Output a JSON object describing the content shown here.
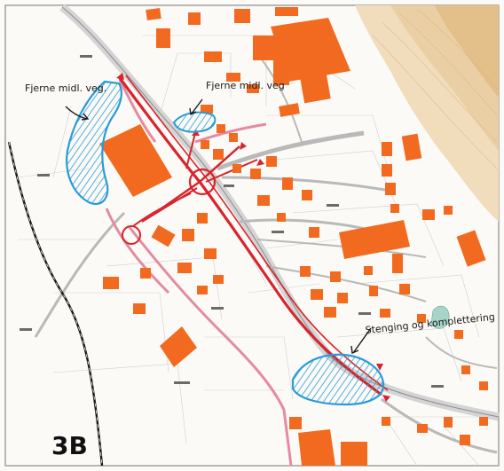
{
  "map": {
    "sheet_label": "3B",
    "annotations": {
      "left_hatch_note": "Fjerne midl. veg.",
      "top_hatch_note": "Fjerne midl. veg",
      "bottom_hatch_note": "Stenging og komplettering"
    },
    "colors": {
      "building": "#f26a1f",
      "annotation_blue": "#2a9bd8",
      "planned_road_red": "#d8242b",
      "road_pink": "#e58aa0",
      "road_grey": "#b9b9b9",
      "terrain": "#e8c79a",
      "rail": "#1a1a1a"
    }
  }
}
